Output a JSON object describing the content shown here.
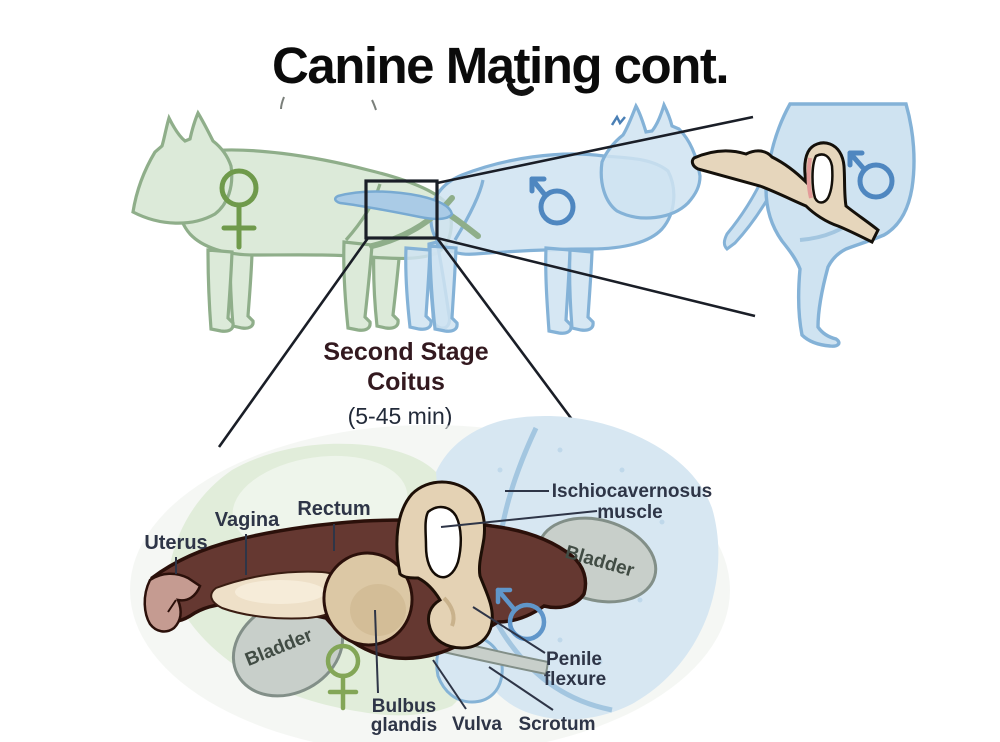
{
  "title": "Canine Mating cont.",
  "stage": {
    "line1": "Second Stage",
    "line2": "Coitus",
    "duration": "(5-45 min)"
  },
  "overview": {
    "female_dog": "female dog silhouette (green, facing left)",
    "male_dog": "male dog silhouette (blue, facing right)",
    "female_symbol": "female-sign",
    "male_symbol": "male-sign",
    "magnifier_box": "black rectangle over coital lock area",
    "inset": "enlarged male hindquarters with flexed penis"
  },
  "detail": {
    "labels": {
      "uterus": "Uterus",
      "vagina": "Vagina",
      "rectum": "Rectum",
      "ischiocavernosus_line1": "Ischiocavernosus",
      "ischiocavernosus_line2": "muscle",
      "bladder_male": "Bladder",
      "bladder_female": "Bladder",
      "penile_flexure_line1": "Penile",
      "penile_flexure_line2": "flexure",
      "bulbus_line1": "Bulbus",
      "bulbus_line2": "glandis",
      "vulva": "Vulva",
      "scrotum": "Scrotum"
    }
  },
  "colors": {
    "female_body": "#dcead9",
    "female_outline": "#8fae8a",
    "female_symbol_green": "#6f9a4b",
    "male_body": "#cfe3f1",
    "male_outline": "#84b2d7",
    "male_symbol_blue": "#4f87c0",
    "connector_line": "#1a1e27",
    "label_text": "#2e3547",
    "tract_maroon": "#653831",
    "tract_outline": "#2b100a",
    "uterus_pink": "#c59b91",
    "penis_tan": "#e4d2b4",
    "bulbus_tan": "#dcc8a5",
    "bladder_gray": "#c8cfca",
    "detail_green": "#e1edda",
    "detail_blue": "#d7e7f2"
  }
}
